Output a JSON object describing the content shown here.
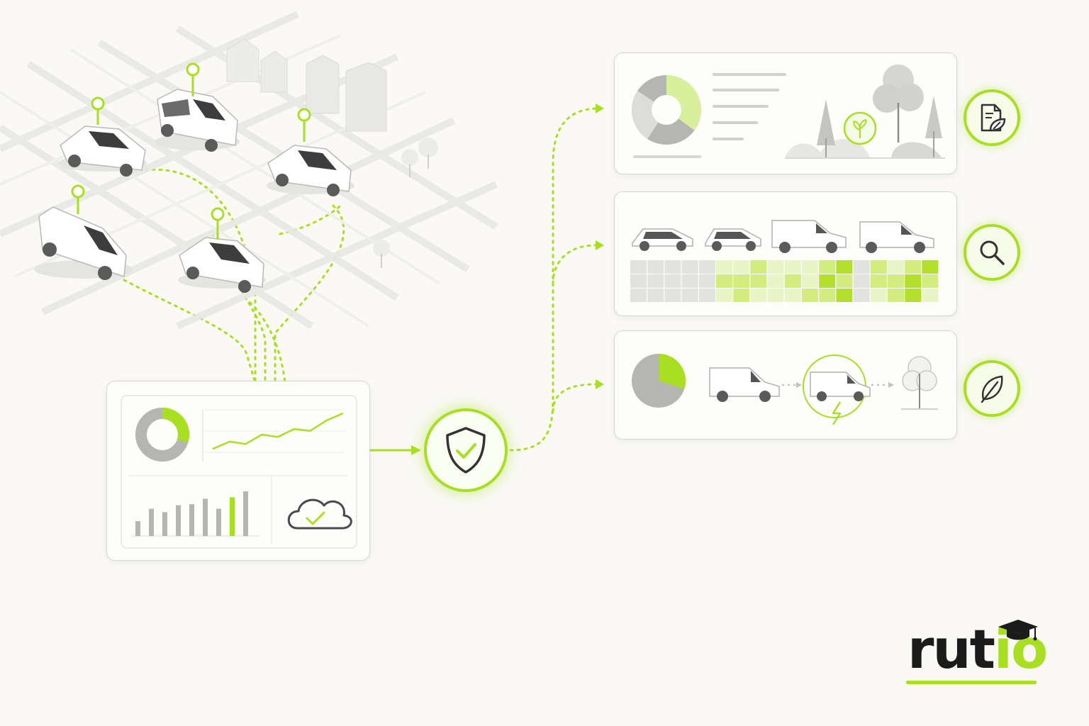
{
  "brand": {
    "name_main": "rut",
    "name_accent": "io",
    "accent_color": "#a8e021",
    "dark_color": "#1b1b1b"
  },
  "fleet_map": {
    "vehicles": [
      "sedan",
      "minivan",
      "sedan",
      "van",
      "sedan"
    ],
    "location_pins": 5
  },
  "hub": {
    "icon": "shield-check-icon"
  },
  "dashboard": {
    "donut_fill_pct": 30,
    "trend_line": [
      0.2,
      0.35,
      0.3,
      0.5,
      0.45,
      0.62,
      0.58,
      0.8,
      0.95
    ],
    "bars": [
      0.3,
      0.55,
      0.48,
      0.62,
      0.64,
      0.75,
      0.55,
      0.78,
      0.9
    ],
    "cloud_icon": "cloud-check-icon"
  },
  "outputs": [
    {
      "id": "report",
      "badge_icon": "document-leaf-icon",
      "donut_fill_pct": 35
    },
    {
      "id": "analysis",
      "badge_icon": "search-icon",
      "heatmap": [
        [
          0,
          0,
          0,
          0,
          0,
          1,
          1,
          2,
          1,
          1,
          1,
          2,
          3,
          0,
          2,
          1,
          2,
          3
        ],
        [
          0,
          0,
          0,
          0,
          0,
          2,
          2,
          2,
          1,
          2,
          1,
          3,
          2,
          0,
          2,
          2,
          3,
          2
        ],
        [
          0,
          0,
          0,
          0,
          0,
          1,
          2,
          1,
          1,
          1,
          2,
          2,
          3,
          0,
          1,
          2,
          3,
          1
        ]
      ]
    },
    {
      "id": "sustainability",
      "badge_icon": "leaf-icon",
      "pie_fill_pct": 30
    }
  ]
}
